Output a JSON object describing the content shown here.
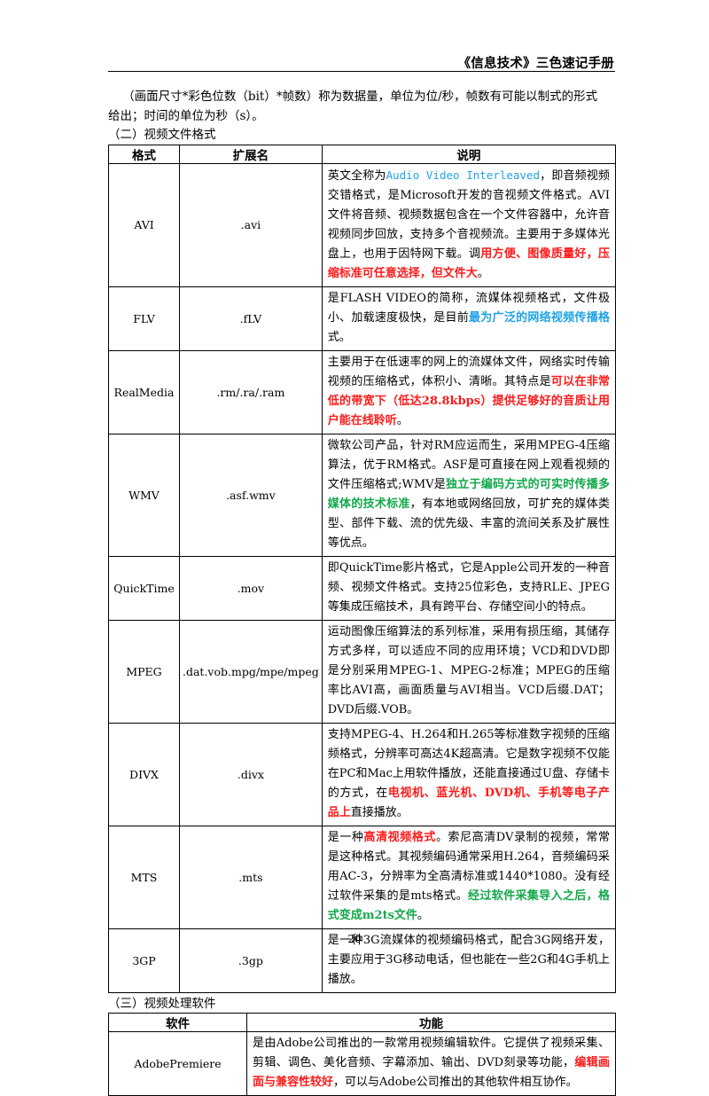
{
  "header": {
    "title": "《信息技术》三色速记手册"
  },
  "intro": {
    "line1": "（画面尺寸*彩色位数（bit）*帧数）称为数据量，单位为位/秒，帧数有可能以制式的形式",
    "line2": "给出；时间的单位为秒（s）。"
  },
  "section2": {
    "heading": "（二）视频文件格式",
    "columns": [
      "格式",
      "扩展名",
      "说明"
    ],
    "rows": [
      {
        "format": "AVI",
        "ext": ".avi",
        "segments": [
          {
            "t": "英文全称为",
            "s": ""
          },
          {
            "t": "Audio Video Interleaved",
            "s": "blue mono"
          },
          {
            "t": "，即音频视频交错格式，是Microsoft开发的音视频文件格式。AVI文件将音频、视频数据包含在一个文件容器中，允许音视频同步回放，支持多个音视频流。主要用于多媒体光盘上，也用于因特网下载。调",
            "s": ""
          },
          {
            "t": "用方便、图像质量好，压缩标准可任意选择，但文件大",
            "s": "red"
          },
          {
            "t": "。",
            "s": ""
          }
        ]
      },
      {
        "format": "FLV",
        "ext": ".fLV",
        "segments": [
          {
            "t": "是FLASH VIDEO的简称，流媒体视频格式，文件极小、加载速度极快，是目前",
            "s": ""
          },
          {
            "t": "最为广泛的网络视频传播格",
            "s": "bluebold"
          },
          {
            "t": "式。",
            "s": ""
          }
        ]
      },
      {
        "format": "RealMedia",
        "ext": ".rm/.ra/.ram",
        "segments": [
          {
            "t": "主要用于在低速率的网上的流媒体文件，网络实时传输视频的压缩格式，体积小、清晰。其特点是",
            "s": ""
          },
          {
            "t": "可以在非常低的带宽下（低达28.8kbps）提供足够好的音质让用户能在线聆听",
            "s": "red"
          },
          {
            "t": "。",
            "s": ""
          }
        ]
      },
      {
        "format": "WMV",
        "ext": ".asf.wmv",
        "segments": [
          {
            "t": "微软公司产品，针对RM应运而生，采用MPEG-4压缩算法，优于RM格式。ASF是可直接在网上观看视频的文件压缩格式;WMV是",
            "s": ""
          },
          {
            "t": "独立于编码方式的可实时传播多媒体的技术标准",
            "s": "green"
          },
          {
            "t": "，有本地或网络回放，可扩充的媒体类型、部件下载、流的优先级、丰富的流间关系及扩展性等优点。",
            "s": ""
          }
        ]
      },
      {
        "format": "QuickTime",
        "ext": ".mov",
        "segments": [
          {
            "t": "即QuickTime影片格式，它是Apple公司开发的一种音频、视频文件格式。支持25位彩色，支持RLE、JPEG等集成压缩技术，具有跨平台、存储空间小的特点。",
            "s": ""
          }
        ]
      },
      {
        "format": "MPEG",
        "ext": ".dat.vob.mpg/mpe/mpeg",
        "segments": [
          {
            "t": "运动图像压缩算法的系列标准，采用有损压缩，其储存方式多样，可以适应不同的应用环境；VCD和DVD即是分别采用MPEG-1、MPEG-2标准；MPEG的压缩率比AVI高，画面质量与AVI相当。VCD后缀.DAT；DVD后缀.VOB。",
            "s": ""
          }
        ]
      },
      {
        "format": "DIVX",
        "ext": ".divx",
        "segments": [
          {
            "t": "支持MPEG-4、H.264和H.265等标准数字视频的压缩频格式，分辨率可高达4K超高清。它是数字视频不仅能在PC和Mac上用软件播放，还能直接通过U盘、存储卡的方式，在",
            "s": ""
          },
          {
            "t": "电视机、蓝光机、DVD机、手机等电子产品上",
            "s": "red"
          },
          {
            "t": "直接播放。",
            "s": ""
          }
        ]
      },
      {
        "format": "MTS",
        "ext": ".mts",
        "segments": [
          {
            "t": "是一种",
            "s": ""
          },
          {
            "t": "高清视频格式",
            "s": "red"
          },
          {
            "t": "。索尼高清DV录制的视频，常常是这种格式。其视频编码通常采用H.264，音频编码采用AC-3，分辨率为全高清标准或1440*1080。没有经过软件采集的是mts格式。",
            "s": ""
          },
          {
            "t": "经过软件采集导入之后，格式变成m2ts文件",
            "s": "green"
          },
          {
            "t": "。",
            "s": ""
          }
        ]
      },
      {
        "format": "3GP",
        "ext": ".3gp",
        "segments": [
          {
            "t": "是一种3G流媒体的视频编码格式，配合3G网络开发，主要应用于3G移动电话，但也能在一些2G和4G手机上播放。",
            "s": ""
          }
        ]
      }
    ]
  },
  "section3": {
    "heading": "（三）视频处理软件",
    "columns": [
      "软件",
      "功能"
    ],
    "rows": [
      {
        "software": "AdobePremiere",
        "segments": [
          {
            "t": "是由Adobe公司推出的一款常用视频编辑软件。它提供了视频采集、剪辑、调色、美化音频、字幕添加、输出、DVD刻录等功能，",
            "s": ""
          },
          {
            "t": "编辑画面与兼容性较好",
            "s": "red"
          },
          {
            "t": "，可以与Adobe公司推出的其他软件相互协作。",
            "s": ""
          }
        ]
      }
    ]
  },
  "page_number": "20",
  "colors": {
    "blue": "#1fa2e6",
    "red": "#ff1a1a",
    "green": "#12a84a"
  }
}
